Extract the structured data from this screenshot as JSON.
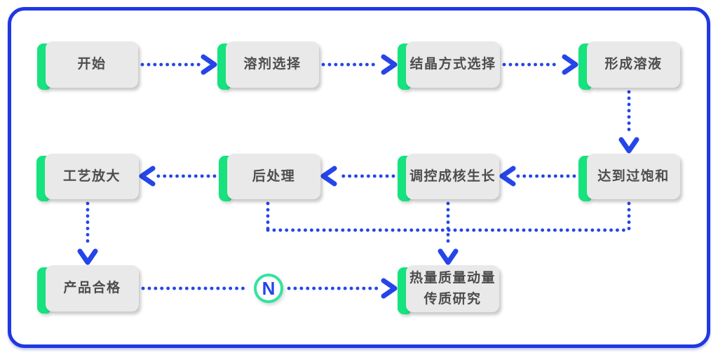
{
  "diagram": {
    "decision_label": "N",
    "nodes": {
      "start": {
        "label": "开始"
      },
      "solvent_selection": {
        "label": "溶剂选择"
      },
      "crystallization_method": {
        "label": "结晶方式选择"
      },
      "form_solution": {
        "label": "形成溶液"
      },
      "reach_supersaturation": {
        "label": "达到过饱和"
      },
      "control_nucleation_growth": {
        "label": "调控成核生长"
      },
      "post_processing": {
        "label": "后处理"
      },
      "process_scale_up": {
        "label": "工艺放大"
      },
      "product_qualified": {
        "label": "产品合格"
      },
      "transfer_research": {
        "label": "热量质量动量\n传质研究"
      }
    },
    "edges": [
      {
        "from": "start",
        "to": "solvent_selection"
      },
      {
        "from": "solvent_selection",
        "to": "crystallization_method"
      },
      {
        "from": "crystallization_method",
        "to": "form_solution"
      },
      {
        "from": "form_solution",
        "to": "reach_supersaturation"
      },
      {
        "from": "reach_supersaturation",
        "to": "control_nucleation_growth"
      },
      {
        "from": "control_nucleation_growth",
        "to": "post_processing"
      },
      {
        "from": "post_processing",
        "to": "process_scale_up"
      },
      {
        "from": "process_scale_up",
        "to": "product_qualified"
      },
      {
        "from": "product_qualified",
        "to": "transfer_research",
        "label": "N"
      },
      {
        "from": "post_processing",
        "to": "transfer_research"
      },
      {
        "from": "control_nucleation_growth",
        "to": "transfer_research"
      },
      {
        "from": "reach_supersaturation",
        "to": "transfer_research"
      }
    ],
    "colors": {
      "connector_blue": "#2545e9",
      "border_blue": "#2038e2",
      "accent_green": "#16e27e",
      "decision_circle_green": "#33e3a0",
      "node_background": "#e9e9e9",
      "node_text": "#4d4d4d"
    }
  }
}
